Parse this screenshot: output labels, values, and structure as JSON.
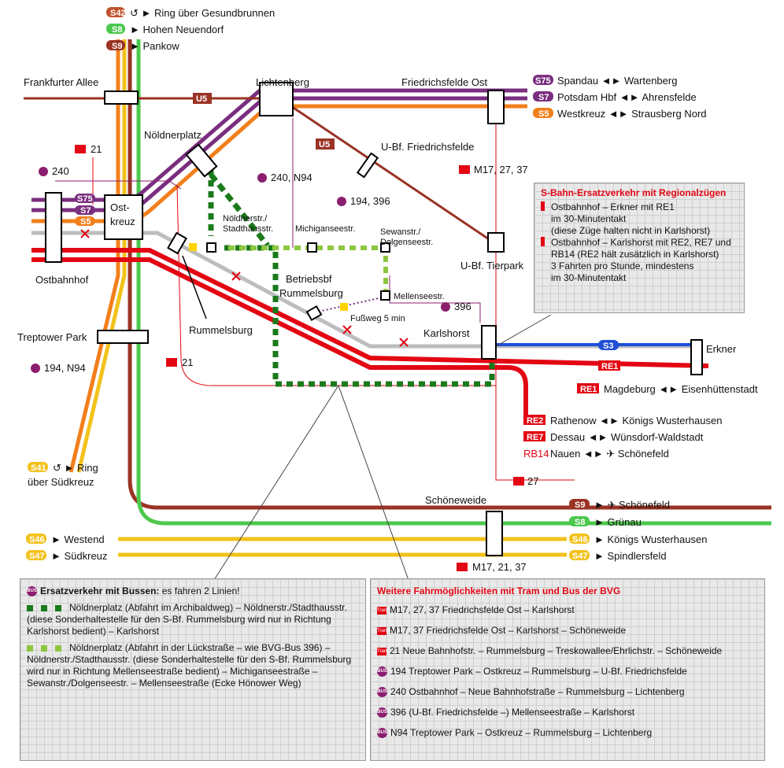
{
  "header_lines": [
    {
      "badge": "S42",
      "color": "#c0522e",
      "text": "↺ ► Ring über Gesundbrunnen"
    },
    {
      "badge": "S8",
      "color": "#4cc84c",
      "text": "► Hohen Neuendorf"
    },
    {
      "badge": "S9",
      "color": "#9a3324",
      "text": "► Pankow"
    }
  ],
  "right_top_lines": [
    {
      "badge": "S75",
      "color": "#7a2e7f",
      "text": "Spandau ◄► Wartenberg"
    },
    {
      "badge": "S7",
      "color": "#7a2e7f",
      "text": "Potsdam Hbf ◄► Ahrensfelde"
    },
    {
      "badge": "S5",
      "color": "#f27f1b",
      "text": "Westkreuz ◄► Strausberg Nord"
    }
  ],
  "stations": {
    "frankfurter_allee": "Frankfurter Allee",
    "lichtenberg": "Lichtenberg",
    "friedrichsfelde_ost": "Friedrichsfelde Ost",
    "noeldnerplatz": "Nöldnerplatz",
    "ubf_friedrichsfelde": "U-Bf. Friedrichsfelde",
    "ostkreuz": "Ost-\nkreuz",
    "ostbahnhof": "Ostbahnhof",
    "treptower_park": "Treptower Park",
    "rummelsburg": "Rummelsburg",
    "karlshorst": "Karlshorst",
    "erkner": "Erkner",
    "ubf_tierpark": "U-Bf. Tierpark",
    "schoeneweide": "Schöneweide",
    "betriebsbf_rummelsburg": "Betriebsbf\nRummelsburg",
    "noeldnerstr_stadthausstr": "Nöldnerstr./\nStadthausstr.",
    "michiganseestr": "Michiganseestr.",
    "sewanstr": "Sewanstr./\nDolgenseestr.",
    "mellenseestr": "Mellenseestr.",
    "fussweg": "Fußweg 5 min"
  },
  "map_labels": {
    "u5": "U5",
    "tram": "Tram",
    "bus": "BUS",
    "tram_21_top": "21",
    "tram_21_bottom": "21",
    "tram_m17": "M17, 27, 37",
    "tram_27": "27",
    "tram_schoeneweide": "M17, 21, 37",
    "bus_240_ostkreuz": "240",
    "bus_240_n94": "240, N94",
    "bus_194_396": "194, 396",
    "bus_194_n94": "194, N94",
    "bus_396": "396",
    "s41": "S41",
    "s41_text": "↺ ► Ring\nüber Südkreuz",
    "s3": "S3",
    "re1": "RE1"
  },
  "regional_lines": [
    {
      "badge": "RE1",
      "text": "Magdeburg ◄► Eisenhüttenstadt"
    },
    {
      "badge": "RE2",
      "text": "Rathenow ◄► Königs Wusterhausen"
    },
    {
      "badge": "RE7",
      "text": "Dessau ◄► Wünsdorf-Waldstadt"
    },
    {
      "badge": "RB14",
      "text": "Nauen ◄► ✈ Schönefeld"
    }
  ],
  "right_bottom_lines": [
    {
      "badge": "S9",
      "color": "#9a3324",
      "text": "► ✈ Schönefeld"
    },
    {
      "badge": "S8",
      "color": "#4cc84c",
      "text": "► Grünau"
    },
    {
      "badge": "S46",
      "color": "#f2c21b",
      "text": "► Königs Wusterhausen"
    },
    {
      "badge": "S47",
      "color": "#f2c21b",
      "text": "► Spindlersfeld"
    }
  ],
  "left_bottom_lines": [
    {
      "badge": "S46",
      "color": "#f2c21b",
      "text": "► Westend"
    },
    {
      "badge": "S47",
      "color": "#f2c21b",
      "text": "► Südkreuz"
    }
  ],
  "sbahn_ersatz": {
    "title": "S-Bahn-Ersatzverkehr mit Regionalzügen",
    "item1_line1": "Ostbahnhof – Erkner mit RE1",
    "item1_line2": "im 30-Minutentakt",
    "item1_line3": "(diese Züge halten nicht in Karlshorst)",
    "item2_line1": "Ostbahnhof – Karlshorst mit RE2, RE7 und",
    "item2_line2": "RB14 (RE2 hält zusätzlich in Karlshorst)",
    "item2_line3": "3 Fahrten pro Stunde, mindestens",
    "item2_line4": "im 30-Minutentakt"
  },
  "bus_panel": {
    "title_bold": "Ersatzverkehr mit Bussen:",
    "title_rest": " es fahren 2 Linien!",
    "dark_text": "Nöldnerplatz (Abfahrt im Archibaldweg) – Nöldnerstr./Stadthausstr. (diese Sonderhaltestelle für den S-Bf. Rummelsburg wird nur in Richtung Karlshorst bedient) – Karlshorst",
    "light_text": "Nöldnerplatz (Abfahrt in der Lückstraße – wie BVG-Bus 396) – Nöldnerstr./Stadthausstr. (diese Sonderhaltestelle für den S-Bf. Rummelsburg wird nur in Richtung Mellenseestraße bedient) – Michiganseestraße – Sewanstr./Dolgenseestr. – Mellenseestraße (Ecke Hönower Weg)"
  },
  "bvg_panel": {
    "title": "Weitere Fahrmöglichkeiten mit Tram und Bus der BVG",
    "items": [
      {
        "type": "tram",
        "text": "M17, 27, 37 Friedrichsfelde Ost – Karlshorst"
      },
      {
        "type": "tram",
        "text": "M17, 37 Friedrichsfelde Ost – Karlshorst – Schöneweide"
      },
      {
        "type": "tram",
        "text": "21 Neue Bahnhofstr. – Rummelsburg – Treskowallee/Ehrlichstr. – Schöneweide"
      },
      {
        "type": "bus",
        "text": "194 Treptower Park – Ostkreuz – Rummelsburg – U-Bf. Friedrichsfelde"
      },
      {
        "type": "bus",
        "text": "240 Ostbahnhof – Neue Bahnhofstraße – Rummelsburg – Lichtenberg"
      },
      {
        "type": "bus",
        "text": "396 (U-Bf. Friedrichsfelde –) Mellenseestraße – Karlshorst"
      },
      {
        "type": "bus",
        "text": "N94 Treptower Park – Ostkreuz – Rummelsburg – Lichtenberg"
      }
    ]
  },
  "colors": {
    "s_purple": "#7a2e7f",
    "s_orange": "#f27f1b",
    "s_green": "#4cc84c",
    "s_brown": "#9a3324",
    "s_yellow": "#f2c21b",
    "s_blue": "#1f4ed8",
    "re_red": "#e30613",
    "u5_brown": "#9a3324",
    "bus_dark": "#1b7a1b",
    "bus_light": "#8dc63f"
  }
}
